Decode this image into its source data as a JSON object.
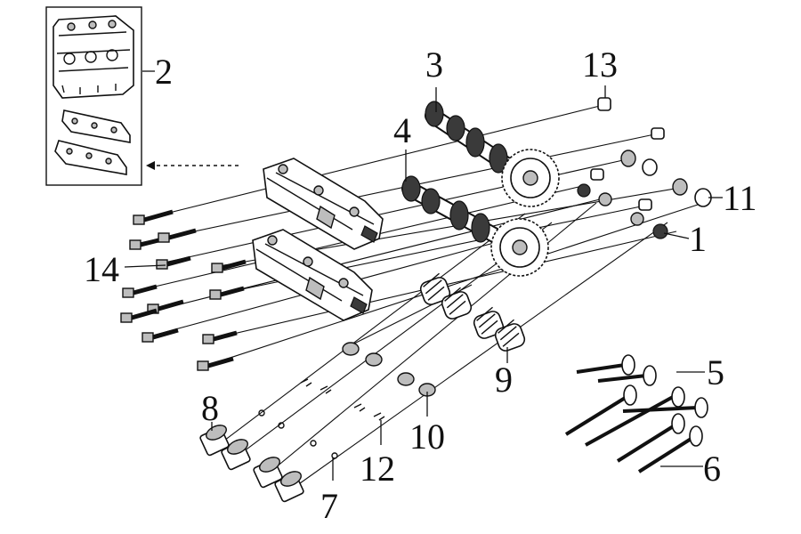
{
  "diagram": {
    "callouts": [
      {
        "id": "c2",
        "label": "2"
      },
      {
        "id": "c3",
        "label": "3"
      },
      {
        "id": "c13",
        "label": "13"
      },
      {
        "id": "c4",
        "label": "4"
      },
      {
        "id": "c11",
        "label": "11"
      },
      {
        "id": "c1",
        "label": "1"
      },
      {
        "id": "c14",
        "label": "14"
      },
      {
        "id": "c5",
        "label": "5"
      },
      {
        "id": "c9",
        "label": "9"
      },
      {
        "id": "c8",
        "label": "8"
      },
      {
        "id": "c10",
        "label": "10"
      },
      {
        "id": "c6",
        "label": "6"
      },
      {
        "id": "c12",
        "label": "12"
      },
      {
        "id": "c7",
        "label": "7"
      }
    ]
  },
  "colors": {
    "line": "#111111",
    "part_fill": "#ffffff",
    "shade": "#bdbdbd",
    "dark": "#3a3a3a"
  }
}
